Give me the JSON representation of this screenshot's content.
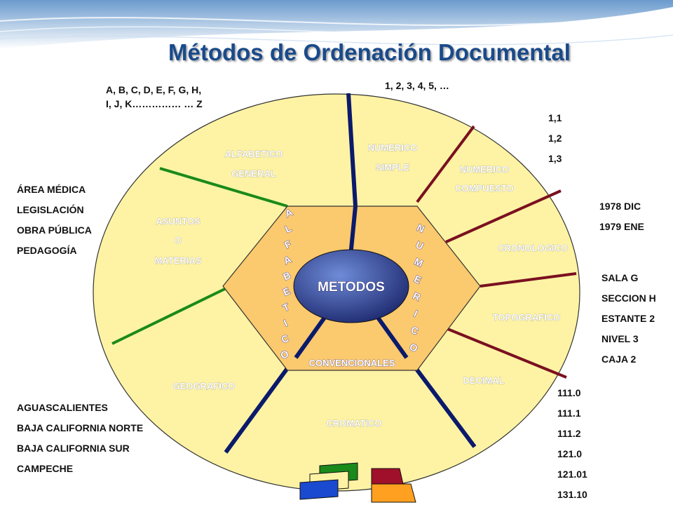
{
  "title": "Métodos de Ordenación Documental",
  "colors": {
    "outer_fill": "#fef3a4",
    "hexagon_fill": "#fbc96e",
    "center_fill": "#2e3a8c",
    "line_blue": "#0b1a6b",
    "line_green": "#1a8a1a",
    "line_red": "#7a1020",
    "title_color": "#1a4a8a"
  },
  "center": {
    "label": "METODOS"
  },
  "hexagon": {
    "left_vertical": "ALFABETICO",
    "right_vertical": "NUMERICO",
    "bottom": "CONVENCIONALES"
  },
  "sections": {
    "alfabetico_general": [
      "ALFABETICO",
      "GENERAL"
    ],
    "asuntos": [
      "ASUNTOS",
      "O",
      "MATERIAS"
    ],
    "geografico": [
      "GEOGRAFICO"
    ],
    "cromatico": [
      "CROMATICO"
    ],
    "numerico_simple": [
      "NUMERICO",
      "SIMPLE"
    ],
    "numerico_compuesto": [
      "NUMERICO",
      "COMPUESTO"
    ],
    "cronologico": [
      "CRONOLOGICO"
    ],
    "topografico": [
      "TOPOGRAFICO"
    ],
    "decimal": [
      "DECIMAL"
    ]
  },
  "examples": {
    "alfabetico": [
      "A, B, C, D, E, F, G, H,",
      "I, J, K……………  … Z"
    ],
    "numerico_simple": [
      "1, 2, 3, 4, 5, …"
    ],
    "numerico_compuesto": [
      "1,1",
      "1,2",
      "1,3"
    ],
    "cronologico": [
      "1978 DIC",
      "1979 ENE"
    ],
    "asuntos": [
      "ÁREA MÉDICA",
      "LEGISLACIÓN",
      "OBRA PÚBLICA",
      "PEDAGOGÍA"
    ],
    "topografico": [
      "SALA G",
      "SECCION H",
      "ESTANTE 2",
      "NIVEL 3",
      "CAJA 2"
    ],
    "geografico": [
      "AGUASCALIENTES",
      "BAJA CALIFORNIA NORTE",
      "BAJA CALIFORNIA SUR",
      "CAMPECHE"
    ],
    "decimal": [
      "111.0",
      "111.1",
      "111.2",
      "121.0",
      "121.01",
      "131.10"
    ]
  }
}
